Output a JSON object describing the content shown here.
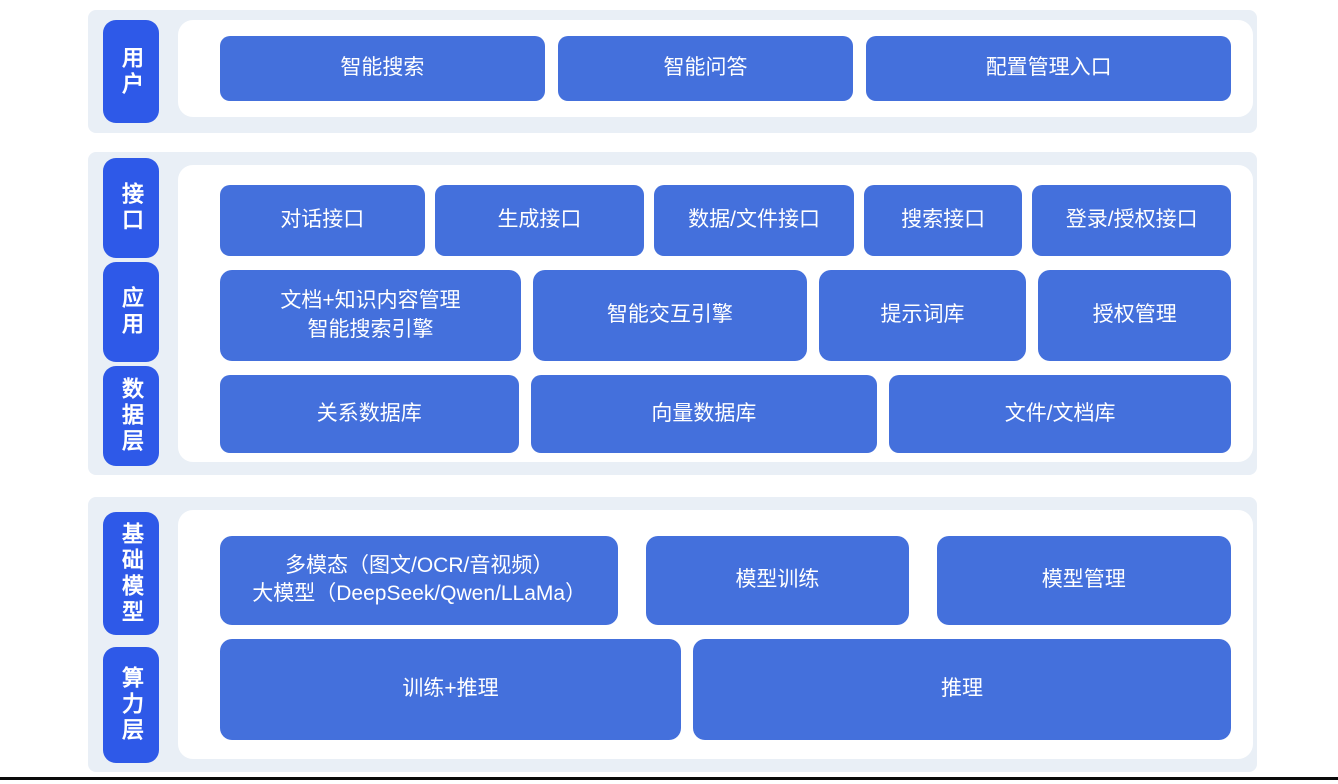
{
  "colors": {
    "section-bg": "#e9eff6",
    "panel-bg": "#ffffff",
    "tag-blue": "#2e59e8",
    "block-blue": "#4470dc",
    "text-white": "#ffffff",
    "rule-black": "#0a0a0a"
  },
  "sections": [
    {
      "name": "user-layer",
      "tags": [
        "用户"
      ],
      "rows": [
        {
          "items": [
            "智能搜索",
            "智能问答",
            "配置管理入口"
          ]
        }
      ]
    },
    {
      "name": "interface-application-data-layer",
      "tags": [
        "接口",
        "应用",
        "数据层"
      ],
      "rows": [
        {
          "items": [
            "对话接口",
            "生成接口",
            "数据/文件接口",
            "搜索接口",
            "登录/授权接口"
          ]
        },
        {
          "items": [
            "文档+知识内容管理\n智能搜索引擎",
            "智能交互引擎",
            "提示词库",
            "授权管理"
          ]
        },
        {
          "items": [
            "关系数据库",
            "向量数据库",
            "文件/文档库"
          ]
        }
      ]
    },
    {
      "name": "foundation-compute-layer",
      "tags": [
        "基础模型",
        "算力层"
      ],
      "rows": [
        {
          "items": [
            "多模态（图文/OCR/音视频）\n大模型（DeepSeek/Qwen/LLaMa）",
            "模型训练",
            "模型管理"
          ]
        },
        {
          "items": [
            "训练+推理",
            "推理"
          ]
        }
      ]
    }
  ]
}
